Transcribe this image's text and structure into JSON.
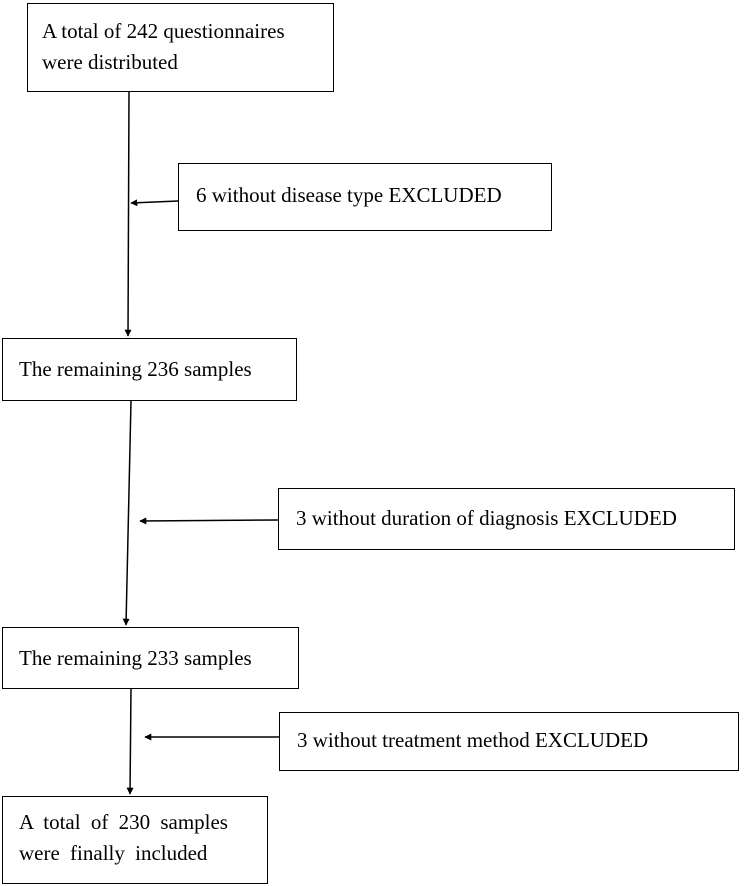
{
  "flowchart": {
    "start": {
      "line1": "A total of 242 questionnaires",
      "line2": "were distributed"
    },
    "exclusion_1": "6 without disease type EXCLUDED",
    "remaining_1": "The remaining 236 samples",
    "exclusion_2": "3 without duration of diagnosis EXCLUDED",
    "remaining_2": "The remaining 233 samples",
    "exclusion_3": "3 without treatment method EXCLUDED",
    "final": {
      "line1": "A total of 230 samples",
      "line2": "were finally included"
    }
  }
}
